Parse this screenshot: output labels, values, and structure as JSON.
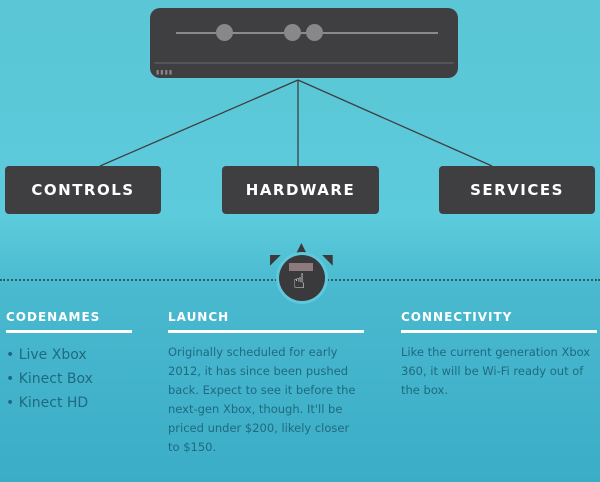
{
  "diagram": {
    "nodes": [
      "CONTROLS",
      "HARDWARE",
      "SERVICES"
    ],
    "root": "console"
  },
  "sections": [
    {
      "title": "CODENAMES",
      "items": [
        "• Live Xbox",
        "• Kinect Box",
        "• Kinect HD"
      ]
    },
    {
      "title": "LAUNCH",
      "text": "Originally scheduled for early 2012, it has since been pushed back. Expect to see it before the next-gen Xbox, though. It'll be priced under $200, likely closer to $150."
    },
    {
      "title": "CONNECTIVITY",
      "text": "Like the current generation Xbox 360, it will be Wi-Fi ready out of the box."
    }
  ]
}
